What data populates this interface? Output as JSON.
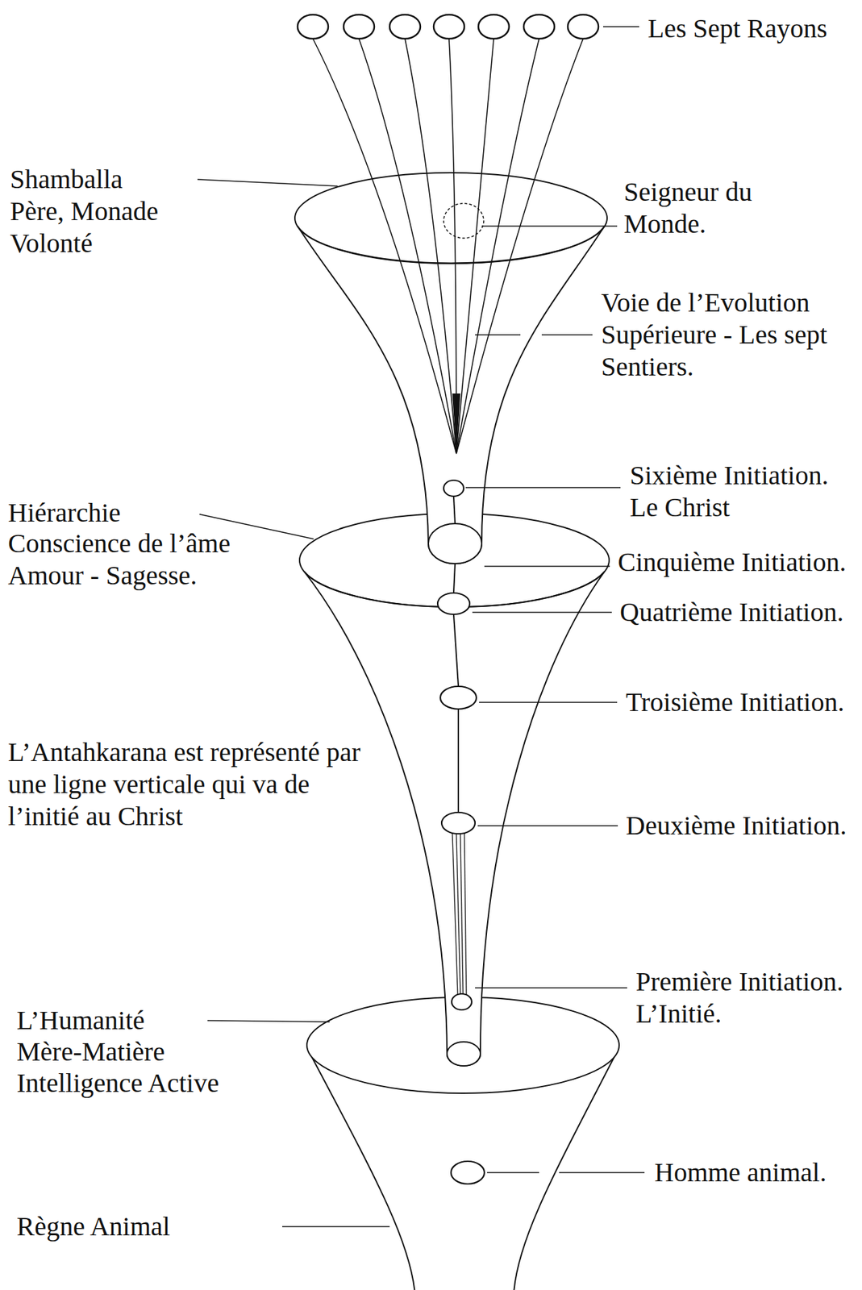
{
  "diagram": {
    "labels": [
      "Les Sept Rayons",
      "Shamballa",
      "Père, Monade",
      "Volonté",
      "Seigneur du Monde.",
      "Voie de l’Evolution Supérieure - Les sept Sentiers.",
      "Sixième Initiation. Le Christ",
      "Hiérarchie",
      "Conscience de l’âme",
      "Amour - Sagesse.",
      "Cinquième Initiation.",
      "Quatrième Initiation.",
      "Troisième Initiation.",
      "L’Antahkarana est représenté par une ligne verticale qui va de l’initié au Christ",
      "Deuxième Initiation.",
      "Première Initiation. L’Initié.",
      "L’Humanité",
      "Mère-Matière",
      "Intelligence Active",
      "Homme animal.",
      "Règne Animal"
    ]
  }
}
